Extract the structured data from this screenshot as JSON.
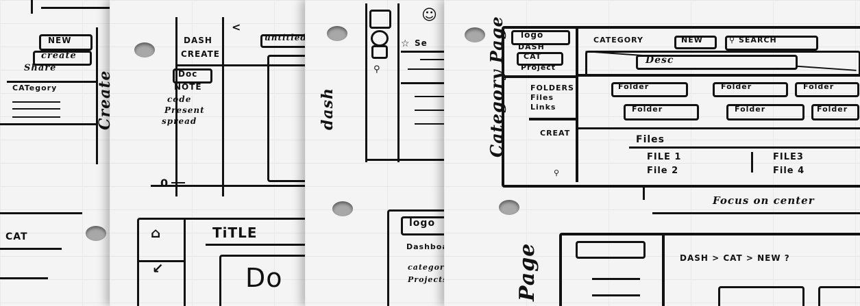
{
  "sheet1": {
    "buttons": [
      "NEW",
      "create",
      "Share"
    ],
    "section": "CATegory",
    "footer": "CAT"
  },
  "sheet2": {
    "side_title": "Create",
    "nav": [
      "DASH",
      "CREATE"
    ],
    "back_glyph": "<",
    "doc_type_selected": "Doc",
    "doc_types": [
      "NOTE",
      "code",
      "Present",
      "spread"
    ],
    "input_placeholder": "untitled",
    "title_label": "TiTLE",
    "doc_preview": "Do",
    "footer_glyph": "0"
  },
  "sheet3": {
    "side_title": "dash",
    "icons": [
      "home-icon",
      "E-icon",
      "plus-icon",
      "search-icon"
    ],
    "search_label": "Se",
    "logo": "logo",
    "nav": [
      "Dashboard",
      "category",
      "Projects"
    ]
  },
  "sheet4": {
    "side_title": "Category Page",
    "logo": "logo",
    "nav": [
      "DASH",
      "CAT",
      "Project"
    ],
    "header": {
      "category": "CATEGORY",
      "new": "NEW",
      "search": "SEARCH",
      "desc": "Desc"
    },
    "sidebar": [
      "FOLDERS",
      "Files",
      "Links"
    ],
    "create_label": "CREAT",
    "folders": [
      "Folder",
      "Folder",
      "Folder",
      "Folder",
      "Folder",
      "Folder"
    ],
    "files_title": "Files",
    "files": [
      "FILE 1",
      "File 2",
      "FILE3",
      "File 4"
    ],
    "note": "Focus on center",
    "breadcrumb": "DASH > CAT > NEW ?",
    "bottom_side_title": "Page"
  }
}
